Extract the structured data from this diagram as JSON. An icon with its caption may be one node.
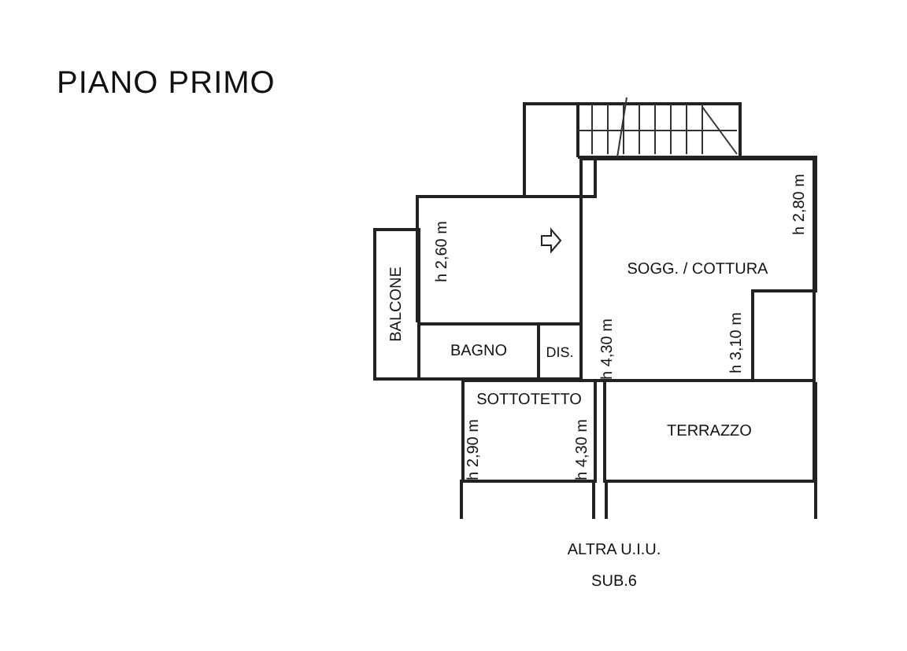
{
  "diagram": {
    "title": "PIANO PRIMO",
    "nodes": [
      {
        "text": [
          "BALCONE"
        ]
      },
      {
        "text": [
          "SOGG. / COTTURA"
        ]
      },
      {
        "text": [
          "BAGNO"
        ]
      },
      {
        "text": [
          "DIS."
        ]
      },
      {
        "text": [
          "SOTTOTETTO"
        ]
      },
      {
        "text": [
          "TERRAZZO"
        ]
      }
    ],
    "labels": [
      "h 2,80 m",
      "h 2,60 m",
      "h 4,30 m",
      "h 3,10 m",
      "h 2,90 m",
      "h 4,30 m",
      "ALTRA U.I.U.",
      "SUB.6"
    ]
  }
}
